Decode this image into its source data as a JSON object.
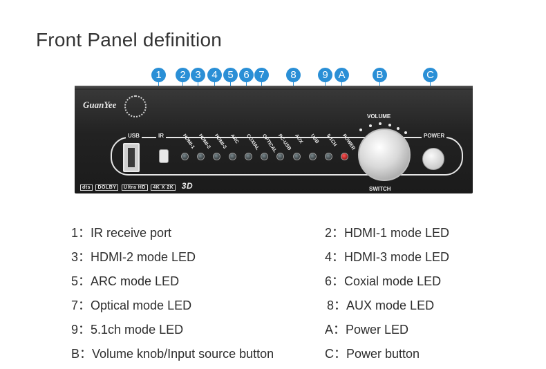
{
  "title": "Front Panel definition",
  "device": {
    "brand": "GuanYee",
    "panel_tags": {
      "usb": "USB",
      "ir": "IR",
      "volume": "VOLUME",
      "switch": "SWITCH",
      "power": "POWER"
    },
    "led_labels": [
      "HDMI-1",
      "HDMI-2",
      "HDMI-3",
      "ARC",
      "COXIAL",
      "OPTICAL",
      "PC-USB",
      "AUX",
      "USB",
      "5.1CH",
      "POWER"
    ],
    "logos": {
      "dts": "dts",
      "dolby": "DOLBY",
      "ultra_hd": "Ultra HD",
      "res": "4K X 2K",
      "three_d": "3D"
    }
  },
  "callouts": [
    "1",
    "2",
    "3",
    "4",
    "5",
    "6",
    "7",
    "8",
    "9",
    "A",
    "B",
    "C"
  ],
  "legend": [
    {
      "key": "1",
      "text": "IR receive port"
    },
    {
      "key": "2",
      "text": "HDMI-1 mode LED"
    },
    {
      "key": "3",
      "text": "HDMI-2 mode LED"
    },
    {
      "key": "4",
      "text": "HDMI-3 mode LED"
    },
    {
      "key": "5",
      "text": "ARC mode LED"
    },
    {
      "key": "6",
      "text": "Coxial mode LED"
    },
    {
      "key": "7",
      "text": "Optical mode LED"
    },
    {
      "key": "8",
      "text": "AUX mode LED"
    },
    {
      "key": "9",
      "text": "5.1ch mode LED"
    },
    {
      "key": "A",
      "text": "Power LED"
    },
    {
      "key": "B",
      "text": "Volume knob/Input source button"
    },
    {
      "key": "C",
      "text": "Power button"
    }
  ],
  "colors": {
    "accent": "#2a8fd6",
    "device": "#1e1e1e",
    "power_led": "#e02020"
  }
}
